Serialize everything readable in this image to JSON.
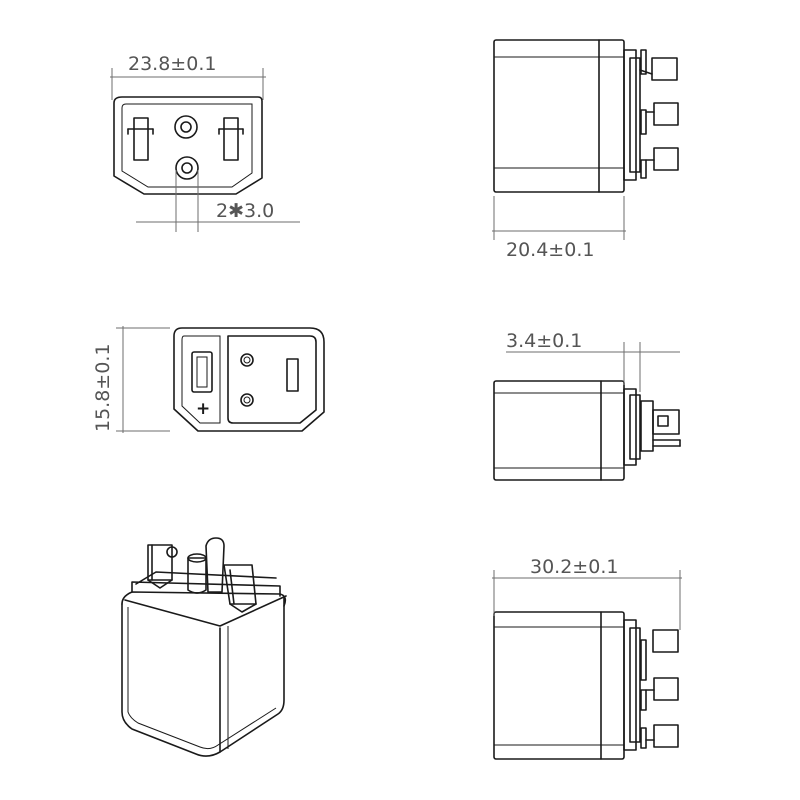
{
  "dimensions": {
    "front_width": "23.8±0.1",
    "pin_spacing": "2✱3.0",
    "side_width": "20.4±0.1",
    "end_height": "15.8±0.1",
    "flange_thickness": "3.4±0.1",
    "overall_length": "30.2±0.1"
  },
  "symbols": {
    "positive": "+"
  }
}
